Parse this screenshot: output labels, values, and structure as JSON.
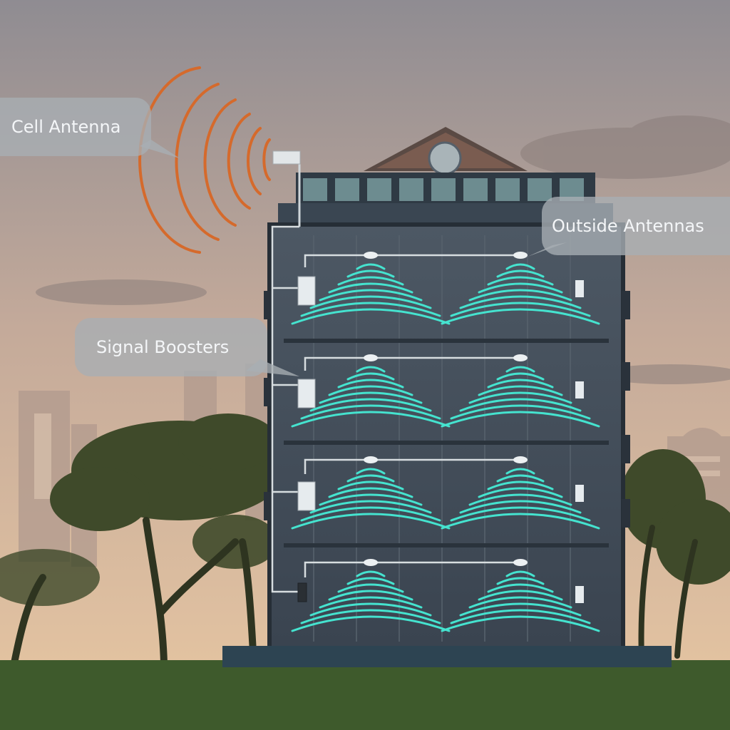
{
  "labels": {
    "cell_antenna": "Cell Antenna",
    "outside_antennas": "Outside Antennas",
    "signal_boosters": "Signal Boosters"
  },
  "colors": {
    "sky_top": "#8f8c92",
    "sky_bottom": "#e8c7a2",
    "building": "#3b4550",
    "signal_waves": "#45e3cf",
    "outside_waves": "#d56a2c",
    "ground": "#3e5a2c",
    "foliage": "#3f4a2a",
    "callout_bg": "#a8aeb4"
  },
  "building": {
    "floors": 4,
    "indoor_antennas_per_floor": 2
  }
}
